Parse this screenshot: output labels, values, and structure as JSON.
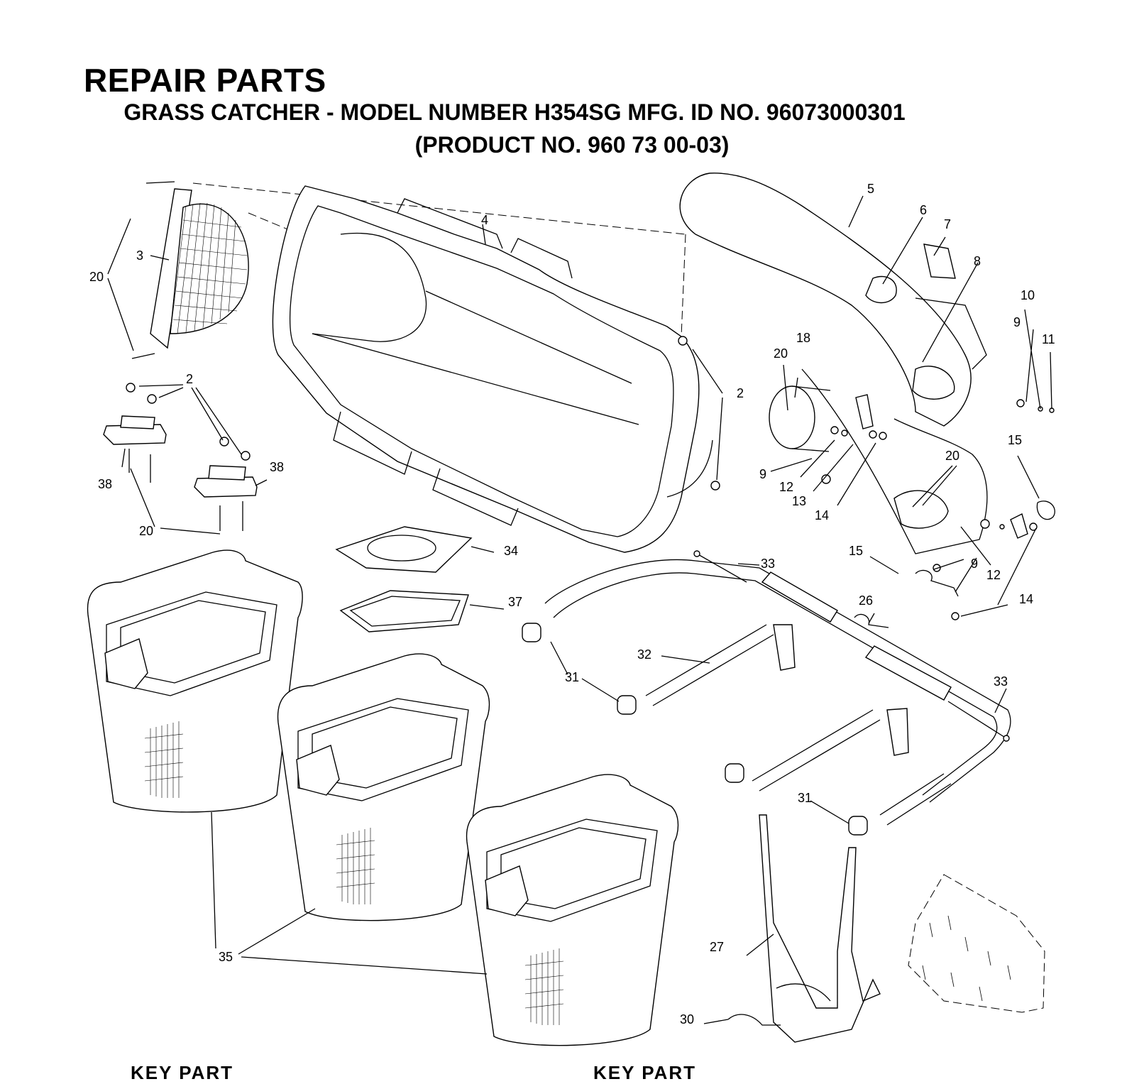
{
  "header": {
    "title": "REPAIR PARTS",
    "subtitle": "GRASS CATCHER - MODEL NUMBER H354SG MFG. ID NO. 96073000301",
    "product": "(PRODUCT NO. 960 73 00-03)"
  },
  "callouts": {
    "c2a": "2",
    "c2b": "2",
    "c3": "3",
    "c4": "4",
    "c5": "5",
    "c6": "6",
    "c7": "7",
    "c8": "8",
    "c9a": "9",
    "c9b": "9",
    "c9c": "9",
    "c10": "10",
    "c11": "11",
    "c12a": "12",
    "c12b": "12",
    "c13": "13",
    "c14a": "14",
    "c14b": "14",
    "c15a": "15",
    "c15b": "15",
    "c18": "18",
    "c20a": "20",
    "c20b": "20",
    "c20c": "20",
    "c20d": "20",
    "c26": "26",
    "c27": "27",
    "c30": "30",
    "c31a": "31",
    "c31b": "31",
    "c32": "32",
    "c33a": "33",
    "c33b": "33",
    "c34": "34",
    "c35": "35",
    "c37": "37",
    "c38a": "38",
    "c38b": "38"
  },
  "footer": {
    "left_heading": "KEY PART",
    "right_heading": "KEY PART"
  }
}
